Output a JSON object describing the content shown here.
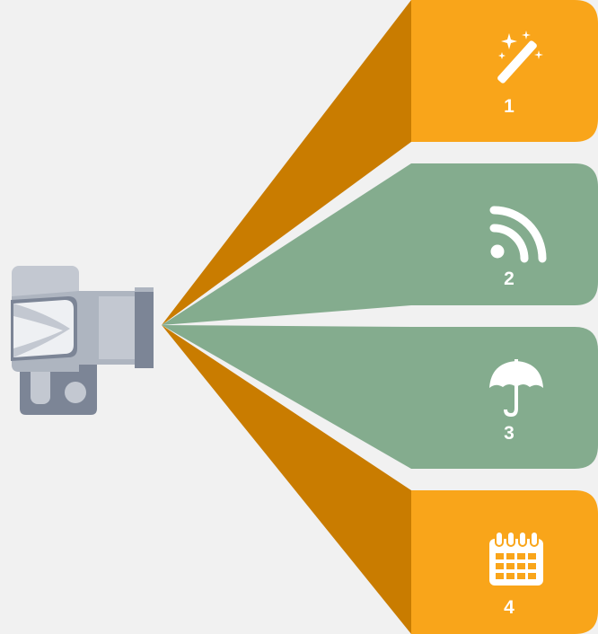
{
  "colors": {
    "background": "#f1f1f1",
    "orange": "#f9a51a",
    "orange_dark": "#c97c00",
    "green": "#84ac8e",
    "camera_light": "#c3c8d1",
    "camera_mid": "#aeb5c0",
    "camera_dark": "#7c8596",
    "white": "#ffffff"
  },
  "panels": [
    {
      "number": "1",
      "icon": "magic-wand-icon",
      "color": "orange"
    },
    {
      "number": "2",
      "icon": "rss-feed-icon",
      "color": "green"
    },
    {
      "number": "3",
      "icon": "umbrella-icon",
      "color": "green"
    },
    {
      "number": "4",
      "icon": "calendar-icon",
      "color": "orange"
    }
  ]
}
